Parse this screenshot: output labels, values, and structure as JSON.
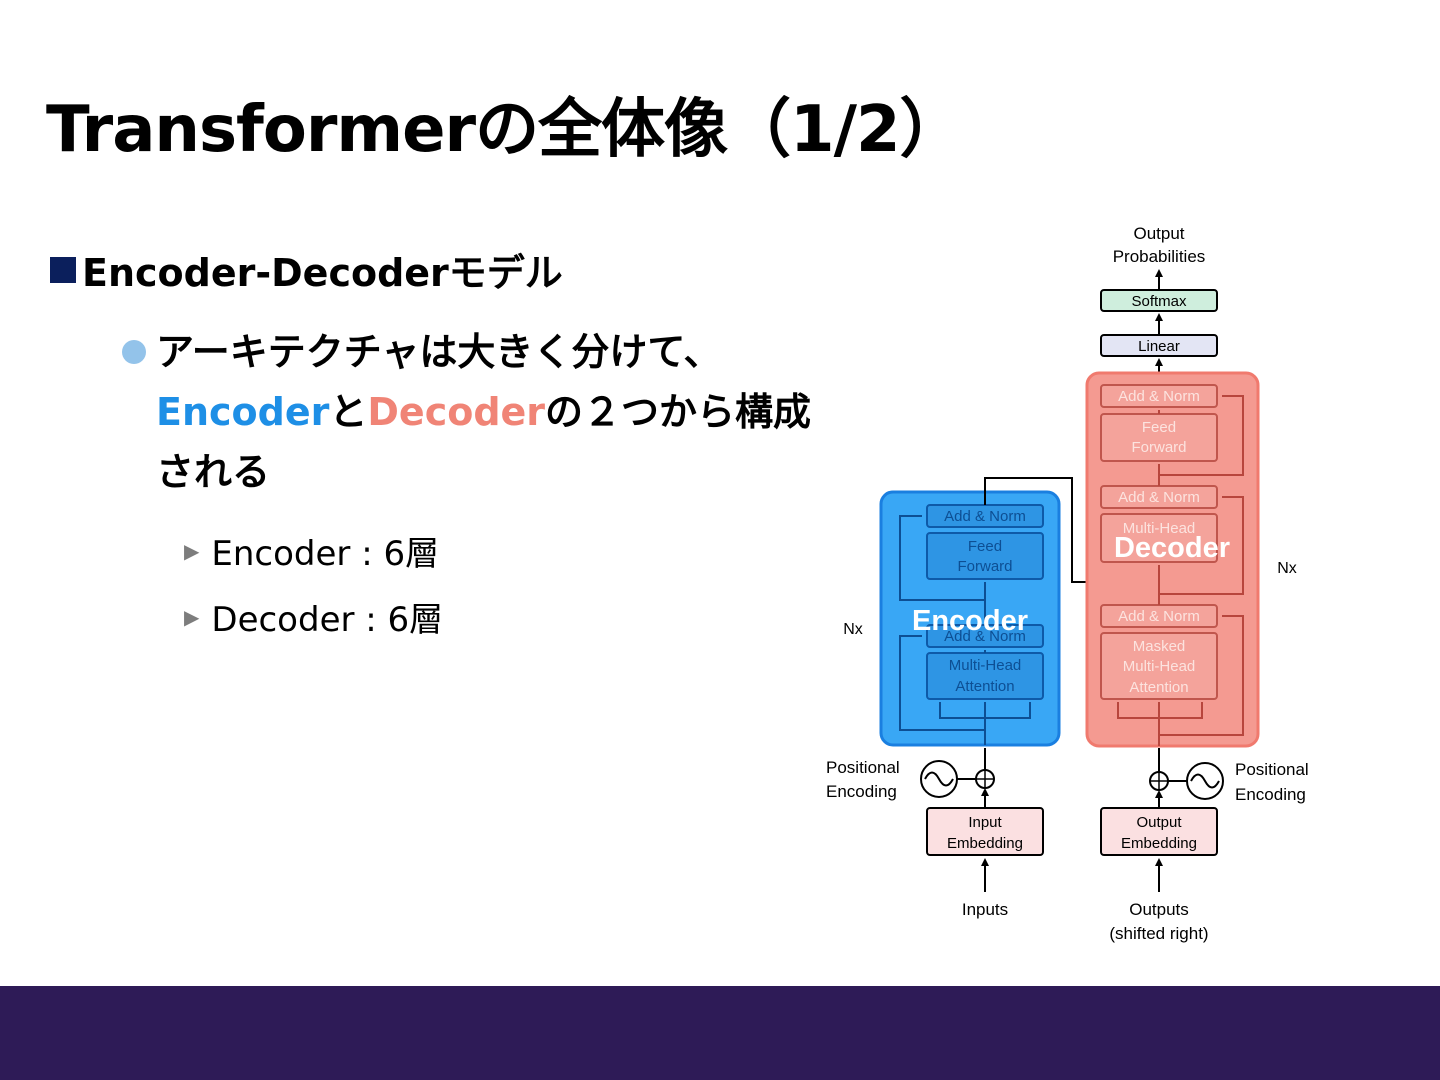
{
  "slide": {
    "title": "Transformerの全体像（1/2）",
    "bullet1": "Encoder-Decoderモデル",
    "bullet2_line1": "アーキテクチャは大きく分けて、",
    "bullet2_encoder": "Encoder",
    "bullet2_and": "と",
    "bullet2_decoder": "Decoder",
    "bullet2_rest": "の２つから構成",
    "bullet2_line3": "される",
    "sub_encoder": "Encoder : 6層",
    "sub_decoder": "Decoder : 6層"
  },
  "diagram": {
    "output_prob_1": "Output",
    "output_prob_2": "Probabilities",
    "softmax": "Softmax",
    "linear": "Linear",
    "add_norm": "Add & Norm",
    "feed": "Feed",
    "forward": "Forward",
    "multi_head": "Multi-Head",
    "attention": "Attention",
    "masked": "Masked",
    "nx": "Nx",
    "positional": "Positional",
    "encoding": "Encoding",
    "input": "Input",
    "output": "Output",
    "embedding": "Embedding",
    "inputs": "Inputs",
    "outputs": "Outputs",
    "shifted": "(shifted right)",
    "encoder_label": "Encoder",
    "decoder_label": "Decoder"
  },
  "colors": {
    "encoder_blue": "#1e8fe6",
    "decoder_red": "#f08476",
    "footer": "#2e1b57",
    "bullet_square": "#0b1f5c"
  }
}
